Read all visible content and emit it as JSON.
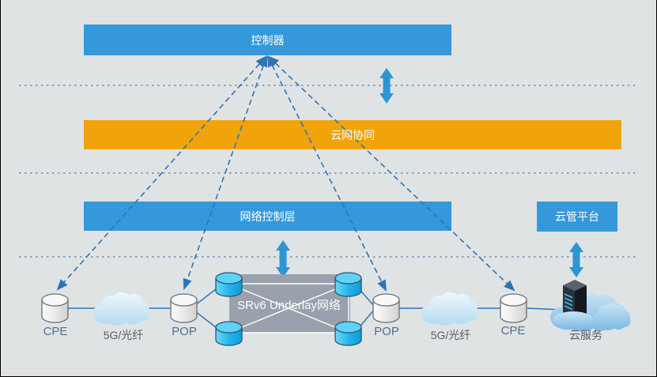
{
  "colors": {
    "bg": "#e0e3e4",
    "bar-blue": "#3598da",
    "bar-orange": "#f0a30b",
    "arrow-blue": "#2d95d3",
    "dash-blue": "#2e74b5",
    "line-blue": "#2e74b5",
    "dot-gray": "#87a3bd",
    "srv6-gray": "#98a1ac",
    "label-latin": "#4f6e8e",
    "label-cjk": "#585e64"
  },
  "layers": {
    "controller": {
      "label": "控制器"
    },
    "synergy": {
      "label": "云网协同"
    },
    "network_control": {
      "label": "网络控制层"
    },
    "cloud_platform": {
      "label": "云管平台"
    }
  },
  "core": {
    "srv6": {
      "label": "SRv6 Underlay网络"
    }
  },
  "devices": {
    "cpe_left": {
      "label": "CPE"
    },
    "link_left": {
      "label": "5G/光纤"
    },
    "pop_left": {
      "label": "POP"
    },
    "pop_right": {
      "label": "POP"
    },
    "link_right": {
      "label": "5G/光纤"
    },
    "cpe_right": {
      "label": "CPE"
    },
    "cloud_service": {
      "label": "云服务"
    }
  }
}
